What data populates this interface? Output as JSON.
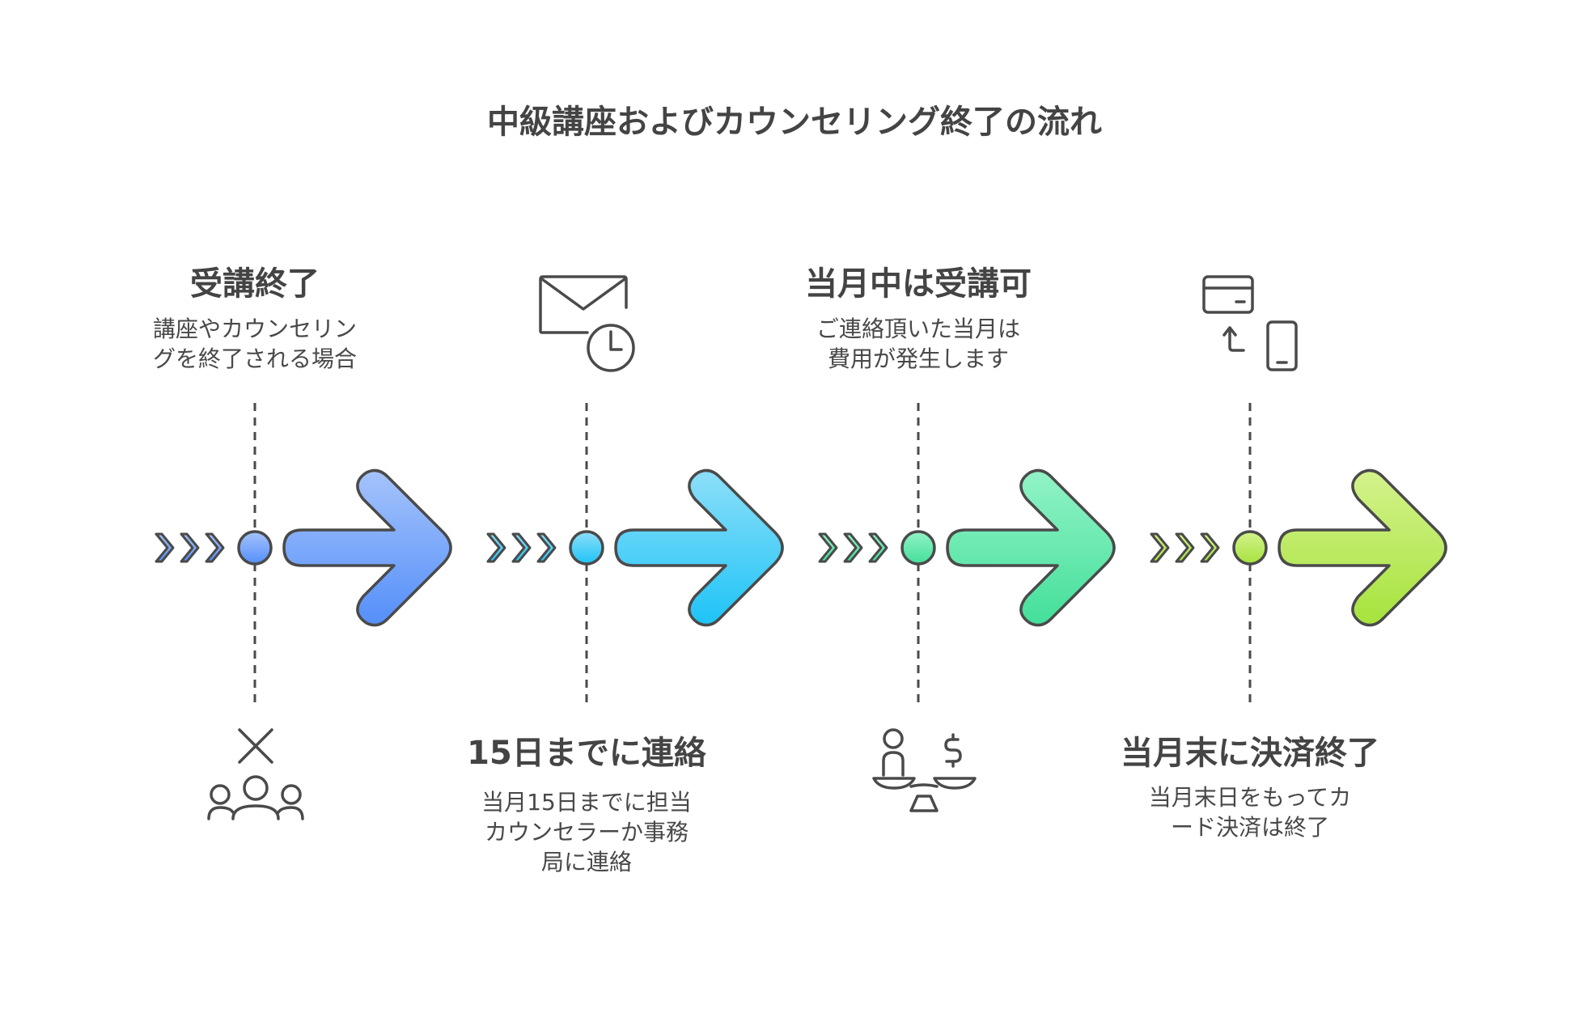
{
  "title": "中級講座およびカウンセリング終了の流れ",
  "steps": [
    {
      "title": "受講終了",
      "desc": [
        "講座やカウンセリン",
        "グを終了される場合"
      ],
      "icon": "people-cancel-icon",
      "colors": {
        "top": "#a5c3fb",
        "bottom": "#548ff9",
        "stroke": "#4a4a4a"
      }
    },
    {
      "title": "15日までに連絡",
      "desc": [
        "当月15日までに担当",
        "カウンセラーか事務",
        "局に連絡"
      ],
      "icon": "mail-clock-icon",
      "colors": {
        "top": "#8ddff9",
        "bottom": "#1ec3f7",
        "stroke": "#4a4a4a"
      }
    },
    {
      "title": "当月中は受講可",
      "desc": [
        "ご連絡頂いた当月は",
        "費用が発生します"
      ],
      "icon": "person-money-scale-icon",
      "colors": {
        "top": "#92f3c7",
        "bottom": "#43df9a",
        "stroke": "#4a4a4a"
      }
    },
    {
      "title": "当月末に決済終了",
      "desc": [
        "当月末日をもってカ",
        "ード決済は終了"
      ],
      "icon": "card-phone-icon",
      "colors": {
        "top": "#d4f28c",
        "bottom": "#a6e33d",
        "stroke": "#4a4a4a"
      }
    }
  ]
}
